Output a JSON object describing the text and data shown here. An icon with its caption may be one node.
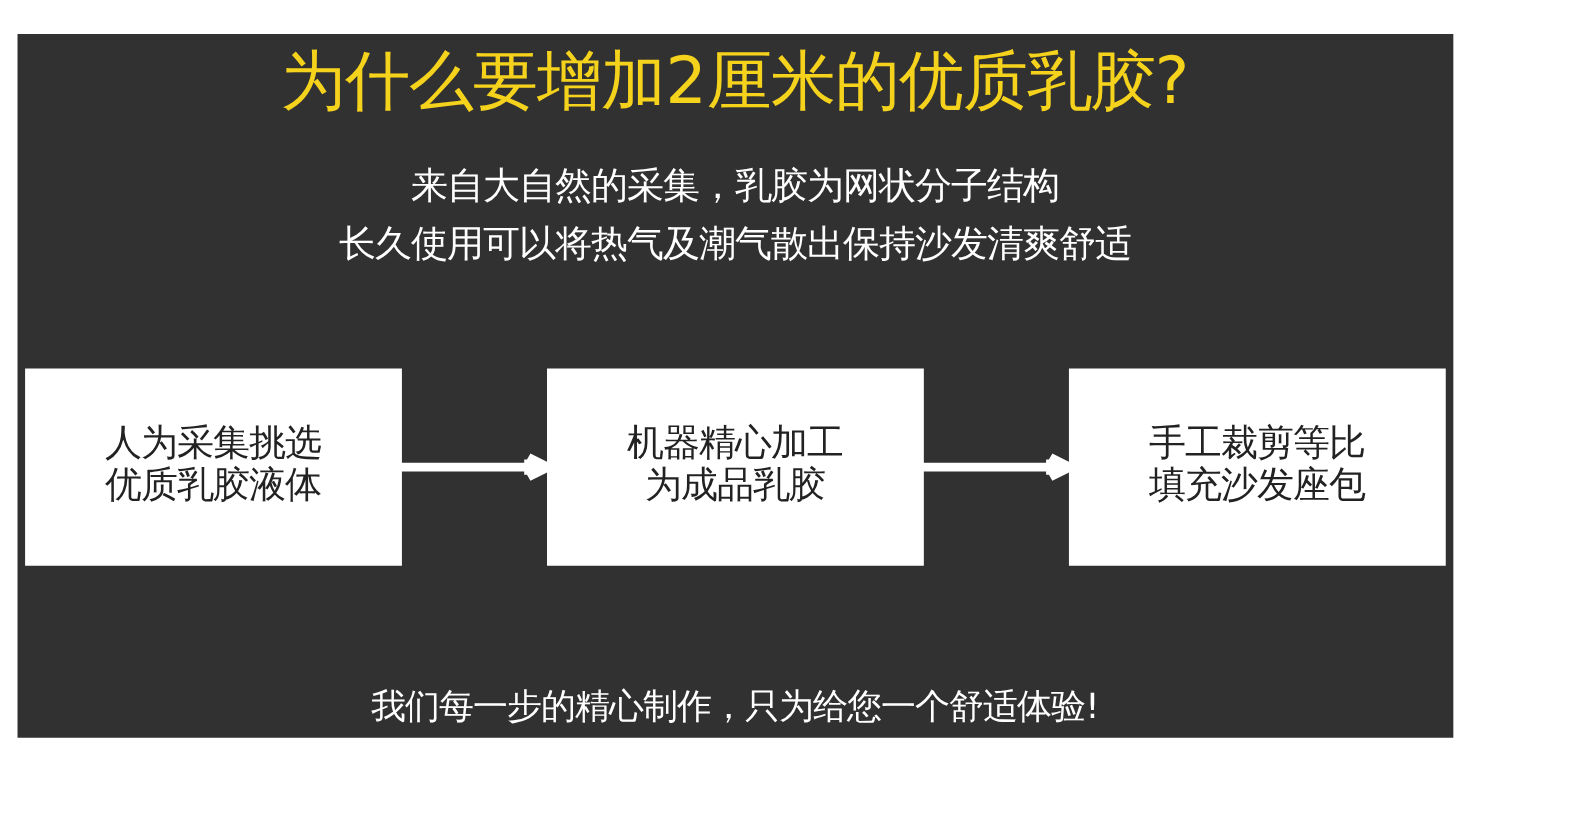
{
  "diagram": {
    "title": "为什么要增加2厘米的优质乳胶?",
    "caption": "我们每一步的精心制作，只为给您一个舒适体验!",
    "nodes": [
      {
        "text": [
          "人为采集挑选优质乳胶液体"
        ]
      },
      {
        "text": [
          "机器精心加工为成品乳胶"
        ]
      },
      {
        "text": [
          "手工裁剪等比填充沙发座包"
        ]
      }
    ],
    "edges": [
      {
        "from": 0,
        "to": 1,
        "arrow": "to"
      },
      {
        "from": 1,
        "to": 2,
        "arrow": "to"
      }
    ],
    "labels": [
      "来自大自然的采集，乳胶为网状分子结构",
      "长久使用可以将热气及潮气散出保持沙发清爽舒适"
    ]
  }
}
